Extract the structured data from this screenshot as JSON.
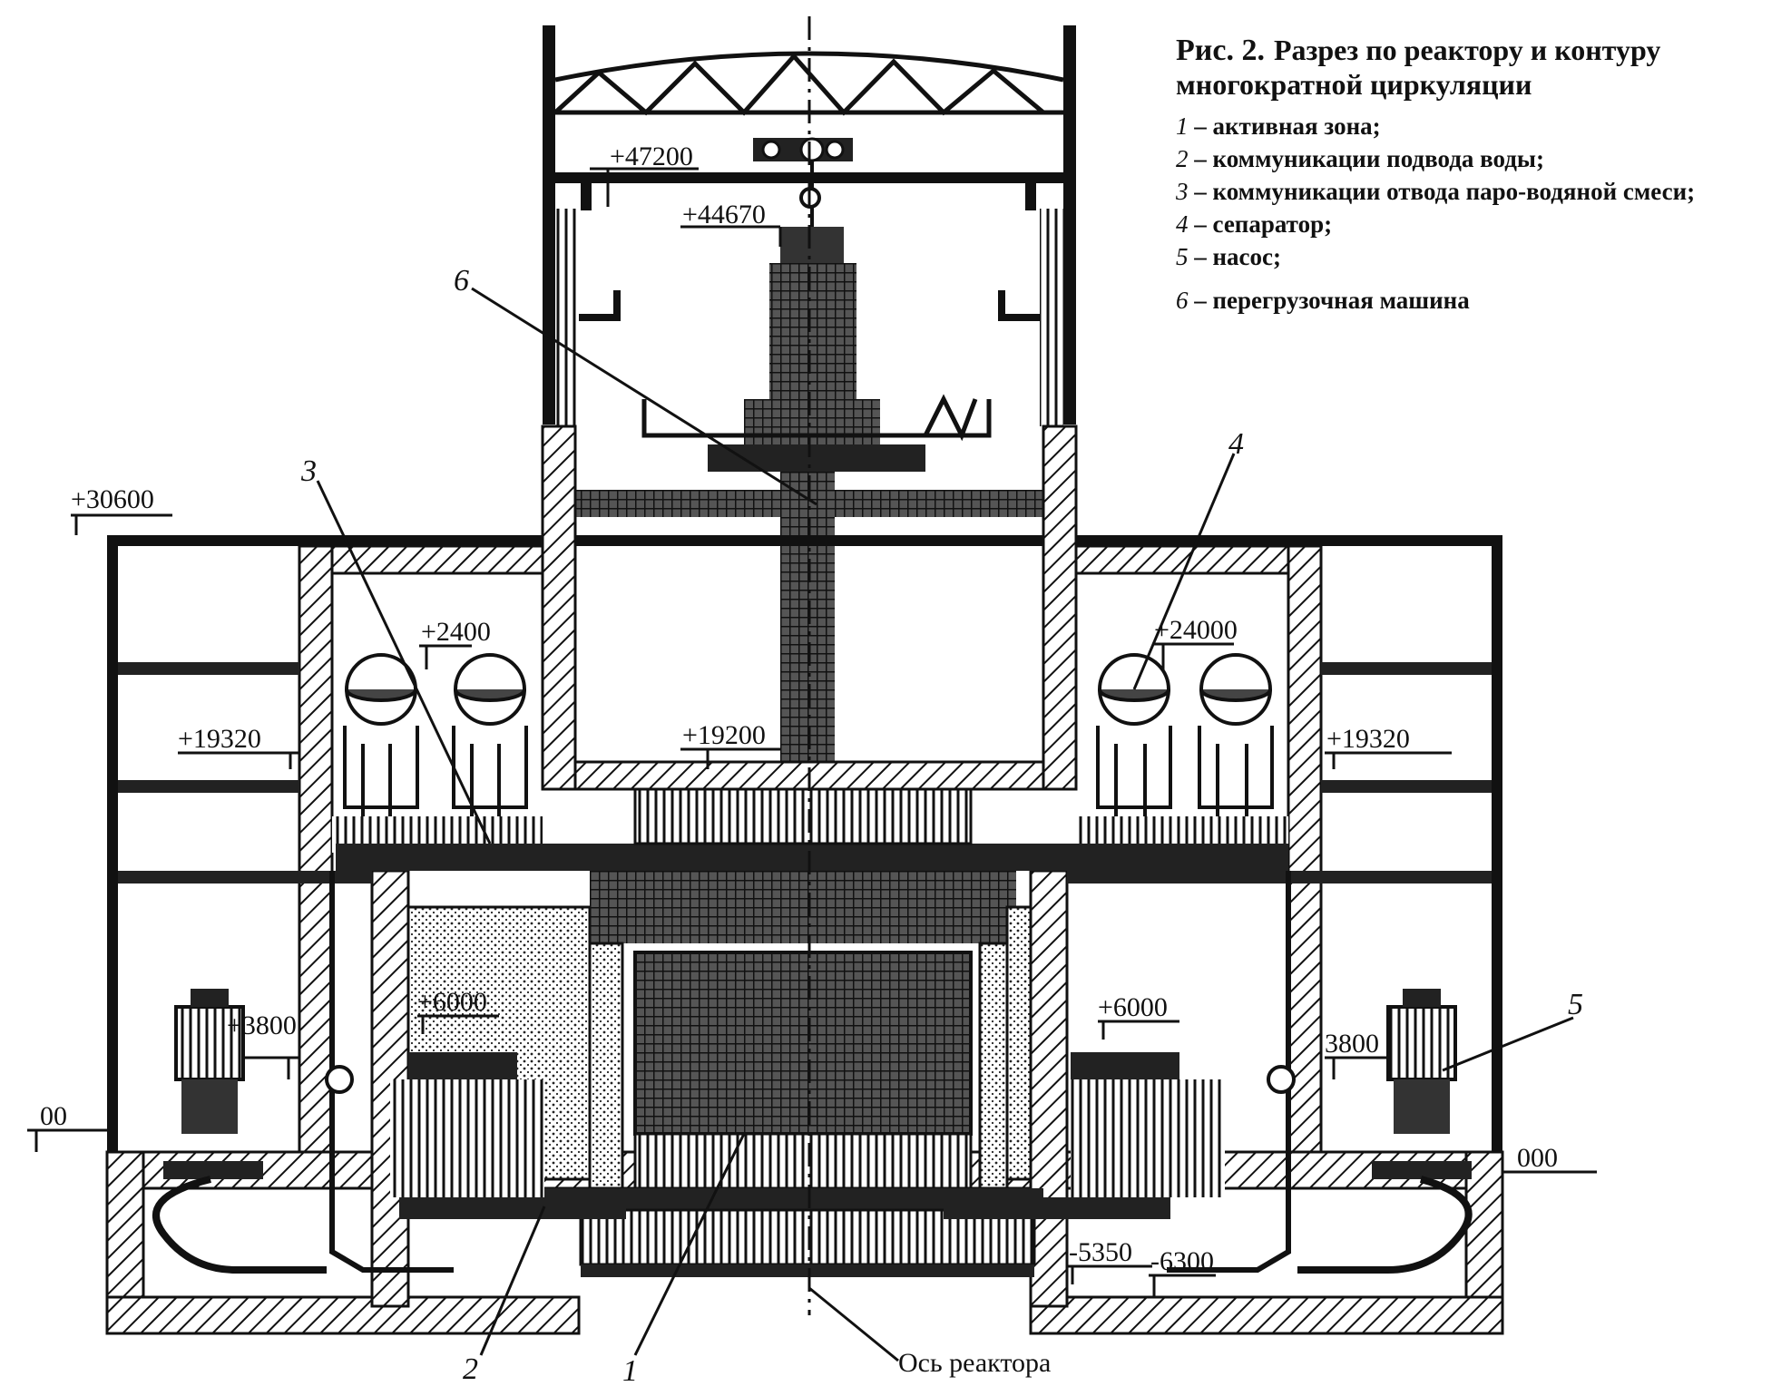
{
  "caption": {
    "figure": "Рис. 2.",
    "title_line1": "Разрез по реактору и контуру",
    "title_line2": "многократной циркуляции"
  },
  "legend": [
    {
      "num": "1",
      "text": " – активная зона;"
    },
    {
      "num": "2",
      "text": " – коммуникации подвода воды;"
    },
    {
      "num": "3",
      "text": " – коммуникации отвода паро-водяной смеси;"
    },
    {
      "num": "4",
      "text": " – сепаратор;"
    },
    {
      "num": "5",
      "text": " – насос;"
    },
    {
      "num": "6",
      "text": " – перегрузочная машина"
    }
  ],
  "elevation_marks": {
    "m47200": "+47200",
    "m44670": "+44670",
    "m30600": "+30600",
    "m2400": "+2400",
    "m24000": "+24000",
    "m19200": "+19200",
    "m19320_left": "+19320",
    "m19320_right": "+19320",
    "m6000_left": "+6000",
    "m6000_right": "+6000",
    "m3800_left": "+3800",
    "m3800_right": "3800",
    "m00_left": "00",
    "m000_right": "000",
    "m5350": "-5350",
    "m6300": "-6300"
  },
  "callouts": {
    "c1": "1",
    "c2": "2",
    "c3": "3",
    "c4": "4",
    "c5": "5",
    "c6": "6"
  },
  "reactor_axis_label": "Ось реактора"
}
